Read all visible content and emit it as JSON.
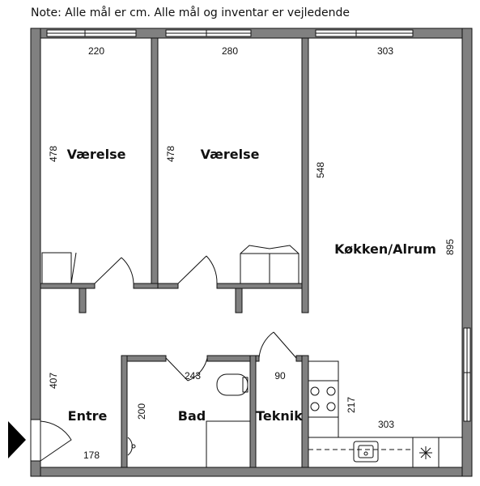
{
  "note": "Note: Alle mål er cm. Alle mål og inventar er vejledende",
  "rooms": {
    "vaerelse_1": "Værelse",
    "vaerelse_2": "Værelse",
    "kokken": "Køkken/Alrum",
    "entre": "Entre",
    "bad": "Bad",
    "teknik": "Teknik"
  },
  "dimensions": {
    "v1_width": "220",
    "v1_depth": "478",
    "v2_width": "280",
    "v2_depth": "478",
    "kitchen_width_top": "303",
    "kitchen_depth_left": "548",
    "kitchen_depth_right": "895",
    "entre_depth": "407",
    "entre_width": "178",
    "bad_width": "243",
    "bad_depth": "200",
    "teknik_width": "90",
    "kitchen_counter": "217",
    "kitchen_width_bottom": "303"
  },
  "colors": {
    "wall": "#808080",
    "wall_outline": "#111111",
    "line": "#111111",
    "entry_arrow": "#000000"
  }
}
